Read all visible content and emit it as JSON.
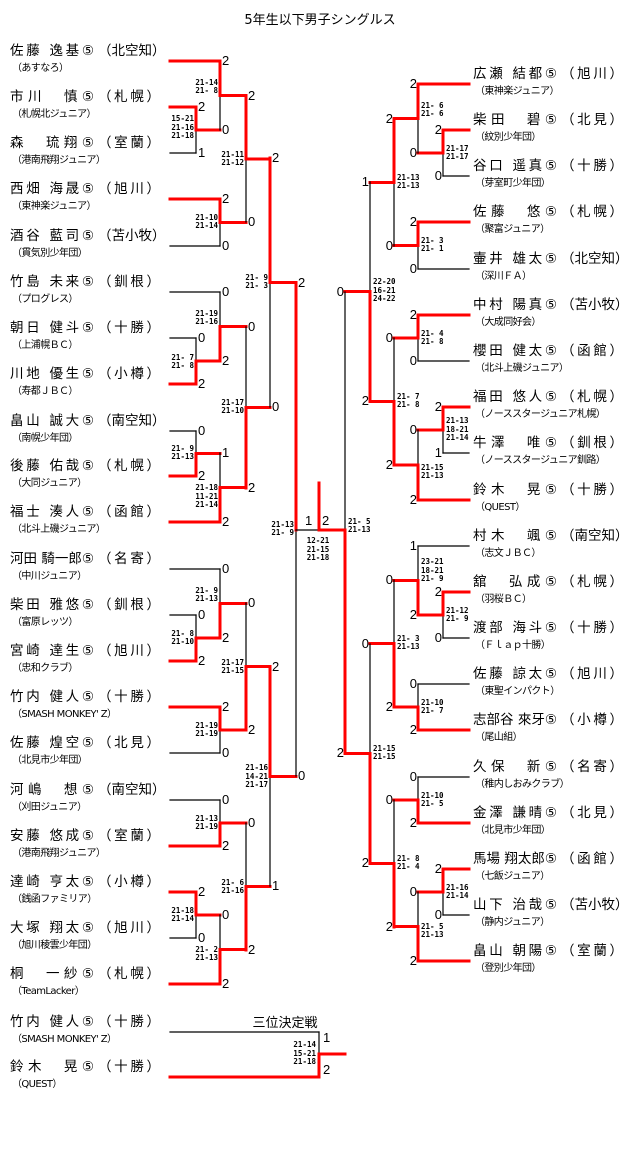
{
  "title": "5年生以下男子シングルス",
  "colors": {
    "winner_line": "#ff0000",
    "line": "#000000"
  },
  "left_players": [
    {
      "name": "佐藤 逸基⑤",
      "pref": "（北空知）",
      "club": "（あすなろ）"
    },
    {
      "name": "市川　慎⑤",
      "pref": "（札幌）",
      "club": "（札幌北ジュニア）"
    },
    {
      "name": "森　琉翔⑤",
      "pref": "（室蘭）",
      "club": "（港南飛翔ジュニア）"
    },
    {
      "name": "西畑 海晟⑤",
      "pref": "（旭川）",
      "club": "（東神楽ジュニア）"
    },
    {
      "name": "酒谷 藍司⑤",
      "pref": "（苫小牧）",
      "club": "（貫気別少年団）"
    },
    {
      "name": "竹島 未来⑤",
      "pref": "（釧根）",
      "club": "（プログレス）"
    },
    {
      "name": "朝日 健斗⑤",
      "pref": "（十勝）",
      "club": "（上浦幌ＢＣ）"
    },
    {
      "name": "川地 優生⑤",
      "pref": "（小樽）",
      "club": "（寿都ＪＢＣ）"
    },
    {
      "name": "畠山 誠大⑤",
      "pref": "（南空知）",
      "club": "（南幌少年団）"
    },
    {
      "name": "後藤 佑哉⑤",
      "pref": "（札幌）",
      "club": "（大同ジュニア）"
    },
    {
      "name": "福士 湊人⑤",
      "pref": "（函館）",
      "club": "（北斗上磯ジュニア）"
    },
    {
      "name": "河田 騎一郎⑤",
      "pref": "（名寄）",
      "club": "（中川ジュニア）"
    },
    {
      "name": "柴田 雅悠⑤",
      "pref": "（釧根）",
      "club": "（富原レッツ）"
    },
    {
      "name": "宮崎 達生⑤",
      "pref": "（旭川）",
      "club": "（忠和クラブ）"
    },
    {
      "name": "竹内 健人⑤",
      "pref": "（十勝）",
      "club": "（SMASH MONKEY' Z）"
    },
    {
      "name": "佐藤 煌空⑤",
      "pref": "（北見）",
      "club": "（北見市少年団）"
    },
    {
      "name": "河嶋　想⑤",
      "pref": "（南空知）",
      "club": "（刈田ジュニア）"
    },
    {
      "name": "安藤 悠成⑤",
      "pref": "（室蘭）",
      "club": "（港南飛翔ジュニア）"
    },
    {
      "name": "達崎 亨太⑤",
      "pref": "（小樽）",
      "club": "（銭函ファミリア）"
    },
    {
      "name": "大塚 翔太⑤",
      "pref": "（旭川）",
      "club": "（旭川稜雲少年団）"
    },
    {
      "name": "桐　一紗⑤",
      "pref": "（札幌）",
      "club": "（TeamLacker）"
    }
  ],
  "right_players": [
    {
      "name": "広瀬 結都⑤",
      "pref": "（旭川）",
      "club": "（東神楽ジュニア）"
    },
    {
      "name": "柴田　碧⑤",
      "pref": "（北見）",
      "club": "（紋別少年団）"
    },
    {
      "name": "谷口 遥真⑤",
      "pref": "（十勝）",
      "club": "（芽室町少年団）"
    },
    {
      "name": "佐藤　悠⑤",
      "pref": "（札幌）",
      "club": "（聚富ジュニア）"
    },
    {
      "name": "壷井 雄太⑤",
      "pref": "（北空知）",
      "club": "（深川ＦＡ）"
    },
    {
      "name": "中村 陽真⑤",
      "pref": "（苫小牧）",
      "club": "（大成同好会）"
    },
    {
      "name": "櫻田 健太⑤",
      "pref": "（函館）",
      "club": "（北斗上磯ジュニア）"
    },
    {
      "name": "福田 悠人⑤",
      "pref": "（札幌）",
      "club": "（ノーススタージュニア札幌）"
    },
    {
      "name": "牛澤　唯⑤",
      "pref": "（釧根）",
      "club": "（ノーススタージュニア釧路）"
    },
    {
      "name": "鈴木　晃⑤",
      "pref": "（十勝）",
      "club": "（QUEST）"
    },
    {
      "name": "村木　颯⑤",
      "pref": "（南空知）",
      "club": "（志文ＪＢＣ）"
    },
    {
      "name": "舘　弘成⑤",
      "pref": "（札幌）",
      "club": "（羽桜ＢＣ）"
    },
    {
      "name": "渡部 海斗⑤",
      "pref": "（十勝）",
      "club": "（Ｆｌａｐ十勝）"
    },
    {
      "name": "佐藤 諒太⑤",
      "pref": "（旭川）",
      "club": "（東聖インパクト）"
    },
    {
      "name": "志部谷 來牙⑤",
      "pref": "（小樽）",
      "club": "（尾山組）"
    },
    {
      "name": "久保　新⑤",
      "pref": "（名寄）",
      "club": "（稚内しおみクラブ）"
    },
    {
      "name": "金澤 謙晴⑤",
      "pref": "（北見）",
      "club": "（北見市少年団）"
    },
    {
      "name": "馬場 翔太郎⑤",
      "pref": "（函館）",
      "club": "（七飯ジュニア）"
    },
    {
      "name": "山下 治哉⑤",
      "pref": "（苫小牧）",
      "club": "（静内ジュニア）"
    },
    {
      "name": "畠山 朝陽⑤",
      "pref": "（室蘭）",
      "club": "（登別少年団）"
    }
  ],
  "left_matches": [
    {
      "games": [
        "2",
        "1"
      ],
      "scores": [
        "15-21",
        "21-16",
        "21-18"
      ]
    },
    {
      "games": [
        "2",
        "0"
      ],
      "scores": [
        "21-14",
        "21- 8"
      ]
    },
    {
      "games": [
        "2",
        "0"
      ],
      "scores": [
        "21-10",
        "21-14"
      ]
    },
    {
      "games": [
        "2",
        "0"
      ],
      "scores": [
        "21-11",
        "21-12"
      ]
    },
    {
      "games": [
        "0",
        "2"
      ],
      "scores": [
        "21- 7",
        "21- 8"
      ]
    },
    {
      "games": [
        "0",
        "2"
      ],
      "scores": [
        "21-19",
        "21-16"
      ]
    },
    {
      "games": [
        "0",
        "2"
      ],
      "scores": [
        "21- 9",
        "21-13"
      ]
    },
    {
      "games": [
        "1",
        "2"
      ],
      "scores": [
        "21-18",
        "11-21",
        "21-14"
      ]
    },
    {
      "games": [
        "0",
        "2"
      ],
      "scores": [
        "21-17",
        "21-10"
      ]
    },
    {
      "games": [
        "2",
        "0"
      ],
      "scores": [
        "21- 9",
        "21- 3"
      ]
    },
    {
      "games": [
        "0",
        "2"
      ],
      "scores": [
        "21- 8",
        "21-10"
      ]
    },
    {
      "games": [
        "0",
        "2"
      ],
      "scores": [
        "21- 9",
        "21-13"
      ]
    },
    {
      "games": [
        "2",
        "0"
      ],
      "scores": [
        "21-19",
        "21-19"
      ]
    },
    {
      "games": [
        "0",
        "2"
      ],
      "scores": [
        "21-17",
        "21-15"
      ]
    },
    {
      "games": [
        "0",
        "2"
      ],
      "scores": [
        "21-13",
        "21-19"
      ]
    },
    {
      "games": [
        "2",
        "0"
      ],
      "scores": [
        "21-18",
        "21-14"
      ]
    },
    {
      "games": [
        "0",
        "2"
      ],
      "scores": [
        "21- 2",
        "21-13"
      ]
    },
    {
      "games": [
        "0",
        "2"
      ],
      "scores": [
        "21- 6",
        "21-16"
      ]
    },
    {
      "games": [
        "2",
        "1"
      ],
      "scores": [
        "21-16",
        "14-21",
        "21-17"
      ]
    },
    {
      "games": [
        "2",
        "0"
      ],
      "scores": [
        "21-13",
        "21- 9"
      ]
    }
  ],
  "right_matches": [
    {
      "games": [
        "2",
        "0"
      ],
      "scores": [
        "21-17",
        "21-17"
      ]
    },
    {
      "games": [
        "2",
        "0"
      ],
      "scores": [
        "21- 6",
        "21- 6"
      ]
    },
    {
      "games": [
        "2",
        "0"
      ],
      "scores": [
        "21- 3",
        "21- 1"
      ]
    },
    {
      "games": [
        "2",
        "0"
      ],
      "scores": [
        "21-13",
        "21-13"
      ]
    },
    {
      "games": [
        "2",
        "0"
      ],
      "scores": [
        "21- 4",
        "21- 8"
      ]
    },
    {
      "games": [
        "2",
        "1"
      ],
      "scores": [
        "21-13",
        "18-21",
        "21-14"
      ]
    },
    {
      "games": [
        "0",
        "2"
      ],
      "scores": [
        "21-15",
        "21-13"
      ]
    },
    {
      "games": [
        "0",
        "2"
      ],
      "scores": [
        "21- 7",
        "21- 8"
      ]
    },
    {
      "games": [
        "1",
        "2"
      ],
      "scores": [
        "22-20",
        "16-21",
        "24-22"
      ]
    },
    {
      "games": [
        "2",
        "0"
      ],
      "scores": [
        "21-12",
        "21- 9"
      ]
    },
    {
      "games": [
        "1",
        "2"
      ],
      "scores": [
        "23-21",
        "18-21",
        "21- 9"
      ]
    },
    {
      "games": [
        "0",
        "2"
      ],
      "scores": [
        "21-10",
        "21- 7"
      ]
    },
    {
      "games": [
        "0",
        "2"
      ],
      "scores": [
        "21- 3",
        "21-13"
      ]
    },
    {
      "games": [
        "0",
        "2"
      ],
      "scores": [
        "21-10",
        "21- 5"
      ]
    },
    {
      "games": [
        "2",
        "0"
      ],
      "scores": [
        "21-16",
        "21-14"
      ]
    },
    {
      "games": [
        "0",
        "2"
      ],
      "scores": [
        "21- 5",
        "21-13"
      ]
    },
    {
      "games": [
        "0",
        "2"
      ],
      "scores": [
        "21- 8",
        "21- 4"
      ]
    },
    {
      "games": [
        "0",
        "2"
      ],
      "scores": [
        "21-15",
        "21-15"
      ]
    },
    {
      "games": [
        "0",
        "2"
      ],
      "scores": [
        "21- 5",
        "21-13"
      ]
    }
  ],
  "final": {
    "games": [
      "1",
      "2"
    ],
    "scores": [
      "12-21",
      "21-15",
      "21-18"
    ]
  },
  "third_place": {
    "title": "三位決定戦",
    "players": [
      {
        "name": "竹内 健人⑤",
        "pref": "（十勝）",
        "club": "（SMASH MONKEY' Z）"
      },
      {
        "name": "鈴木　晃⑤",
        "pref": "（十勝）",
        "club": "（QUEST）"
      }
    ],
    "games": [
      "1",
      "2"
    ],
    "scores": [
      "21-14",
      "15-21",
      "21-18"
    ]
  }
}
